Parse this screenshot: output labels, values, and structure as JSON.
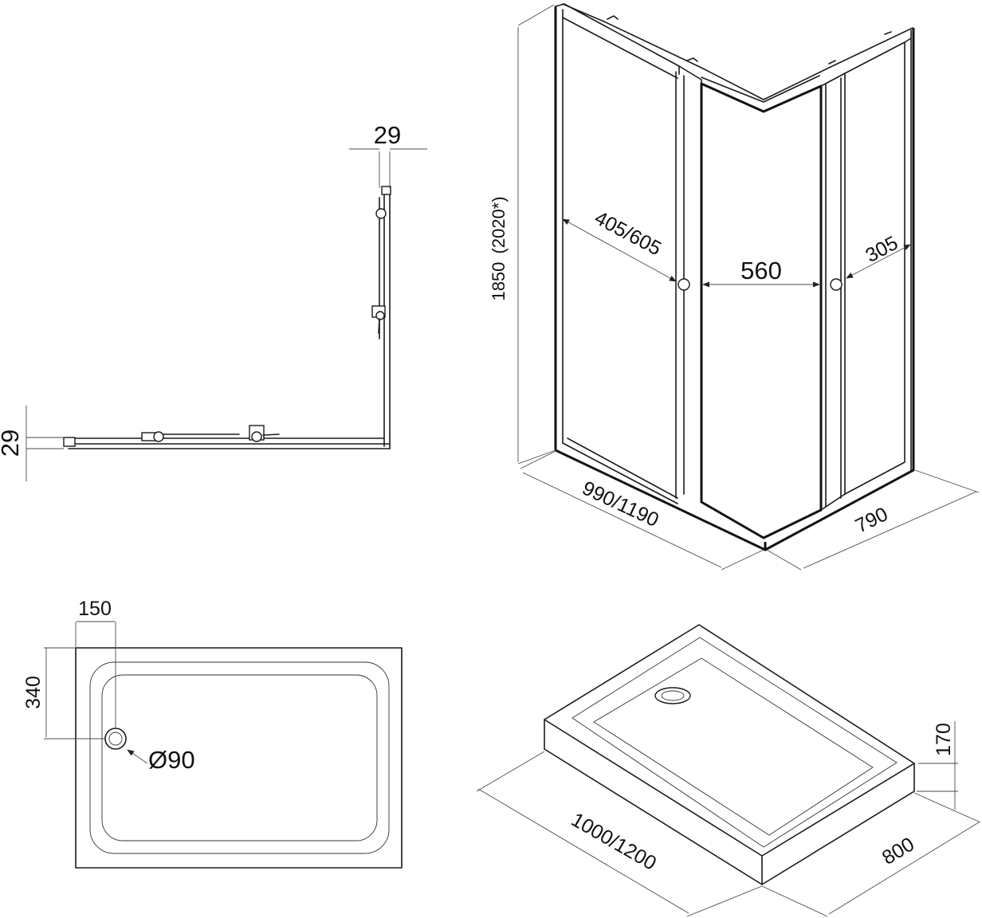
{
  "plan_view": {
    "vertical_profile_thickness": "29",
    "horizontal_profile_thickness": "29"
  },
  "enclosure": {
    "height": "1850",
    "height_alternative": "(2020*)",
    "front_door_opening": "405/605",
    "corner_panel_width": "560",
    "side_door_opening": "305",
    "front_length": "990/1190",
    "side_length": "790"
  },
  "tray_top_view": {
    "drain_offset_x": "150",
    "drain_offset_y": "340",
    "drain_diameter": "90",
    "diameter_symbol": "Ø"
  },
  "tray_iso_view": {
    "height": "170",
    "length": "1000/1200",
    "width": "800"
  }
}
